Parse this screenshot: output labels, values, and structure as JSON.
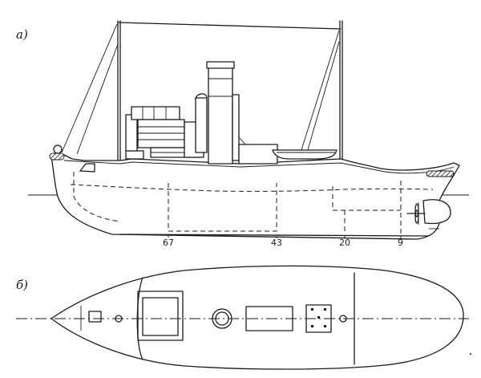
{
  "views": {
    "side_label": "а)",
    "plan_label": "б)"
  },
  "frames": [
    "67",
    "43",
    "20",
    "9"
  ]
}
